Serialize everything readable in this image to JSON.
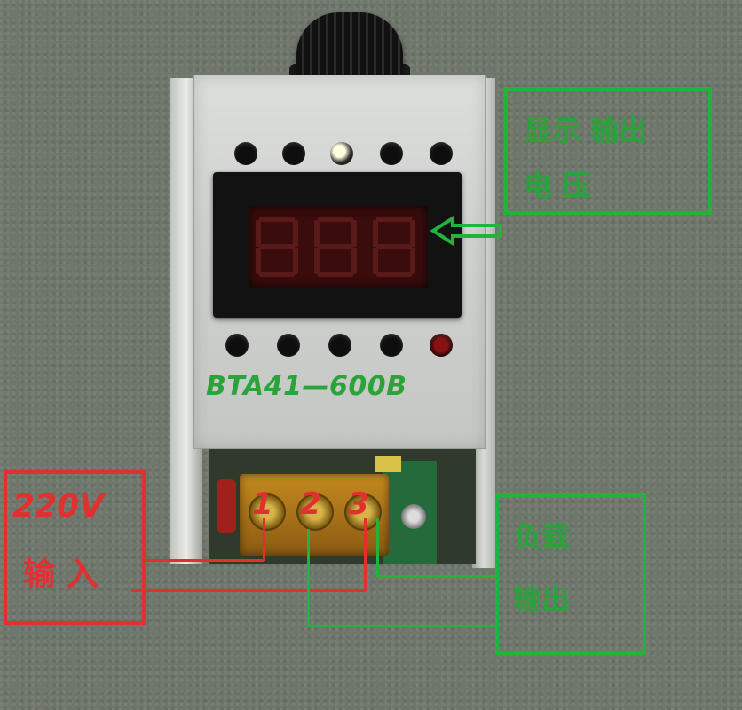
{
  "device": {
    "model": "BTA41—600B"
  },
  "annotations": {
    "display_label_line1": "显示 输出",
    "display_label_line2": "电 压",
    "input_voltage": "220V",
    "input_label": "输 入",
    "load_label_line1": "负载",
    "load_label_line2": "输出"
  },
  "terminals": {
    "t1": "1",
    "t2": "2",
    "t3": "3"
  },
  "colors": {
    "annotation_green": "#21b33a",
    "annotation_red": "#e03030",
    "display_led": "#5a1a1a"
  }
}
